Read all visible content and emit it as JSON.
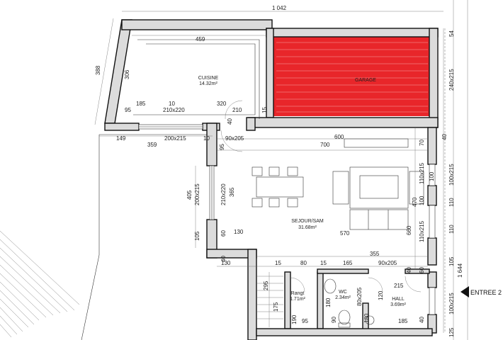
{
  "rooms": {
    "kitchen": {
      "name": "CUISINE",
      "area": "14.32m²"
    },
    "garage": {
      "name": "GARAGE"
    },
    "living": {
      "name": "SEJOUR/SAM",
      "area": "31.68m²"
    },
    "storage": {
      "name": "Rangt",
      "area": "1.71m²"
    },
    "wc": {
      "name": "WC",
      "area": "2.34m²"
    },
    "hall": {
      "name": "HALL",
      "area": "3.69m²"
    }
  },
  "entrance_label": "ENTREE 2",
  "dimensions": {
    "overall_top": "1 042",
    "overall_right": "1 644",
    "left_388": "388",
    "d306": "306",
    "d459": "459",
    "d185": "185",
    "d10a": "10",
    "d320": "320",
    "d95a": "95",
    "d210x220a": "210x220",
    "d210": "210",
    "d40a": "40",
    "d15a": "15",
    "d149": "149",
    "d359": "359",
    "d200x215a": "200x215",
    "d10b": "10",
    "d90x205a": "90x205",
    "d95b": "95",
    "d600": "600",
    "d700": "700",
    "d40b": "40",
    "d70": "70",
    "d54": "54",
    "d240x215": "240x215",
    "d405": "405",
    "d200x215b": "200x215",
    "d210x220b": "210x220",
    "d365": "365",
    "d110x215a": "110x215",
    "d100a": "100",
    "d100x215": "100x215",
    "d470": "470",
    "d100b": "100",
    "d110a": "110",
    "d105a": "105",
    "d60a": "60",
    "d130a": "130",
    "d570": "570",
    "d660": "660",
    "d110x215b": "110x215",
    "d110b": "110",
    "d355": "355",
    "d130b": "130",
    "d40c": "40",
    "d15b": "15",
    "d80": "80",
    "d15c": "15",
    "d165": "165",
    "d90x205b": "90x205",
    "d40d": "40",
    "d60b": "60",
    "d105b": "105",
    "d295": "295",
    "d175": "175",
    "d190": "190",
    "d180a": "180",
    "d80x205": "80x205",
    "d120": "120",
    "d215": "215",
    "d180b": "180",
    "d90": "90",
    "d95c": "95",
    "d185b": "185",
    "d100x215c": "100x215",
    "d125": "125",
    "d40e": "40"
  },
  "colors": {
    "garage_fill": "#e8262a",
    "wall_fill": "#dcdcdc",
    "line": "#111111"
  }
}
